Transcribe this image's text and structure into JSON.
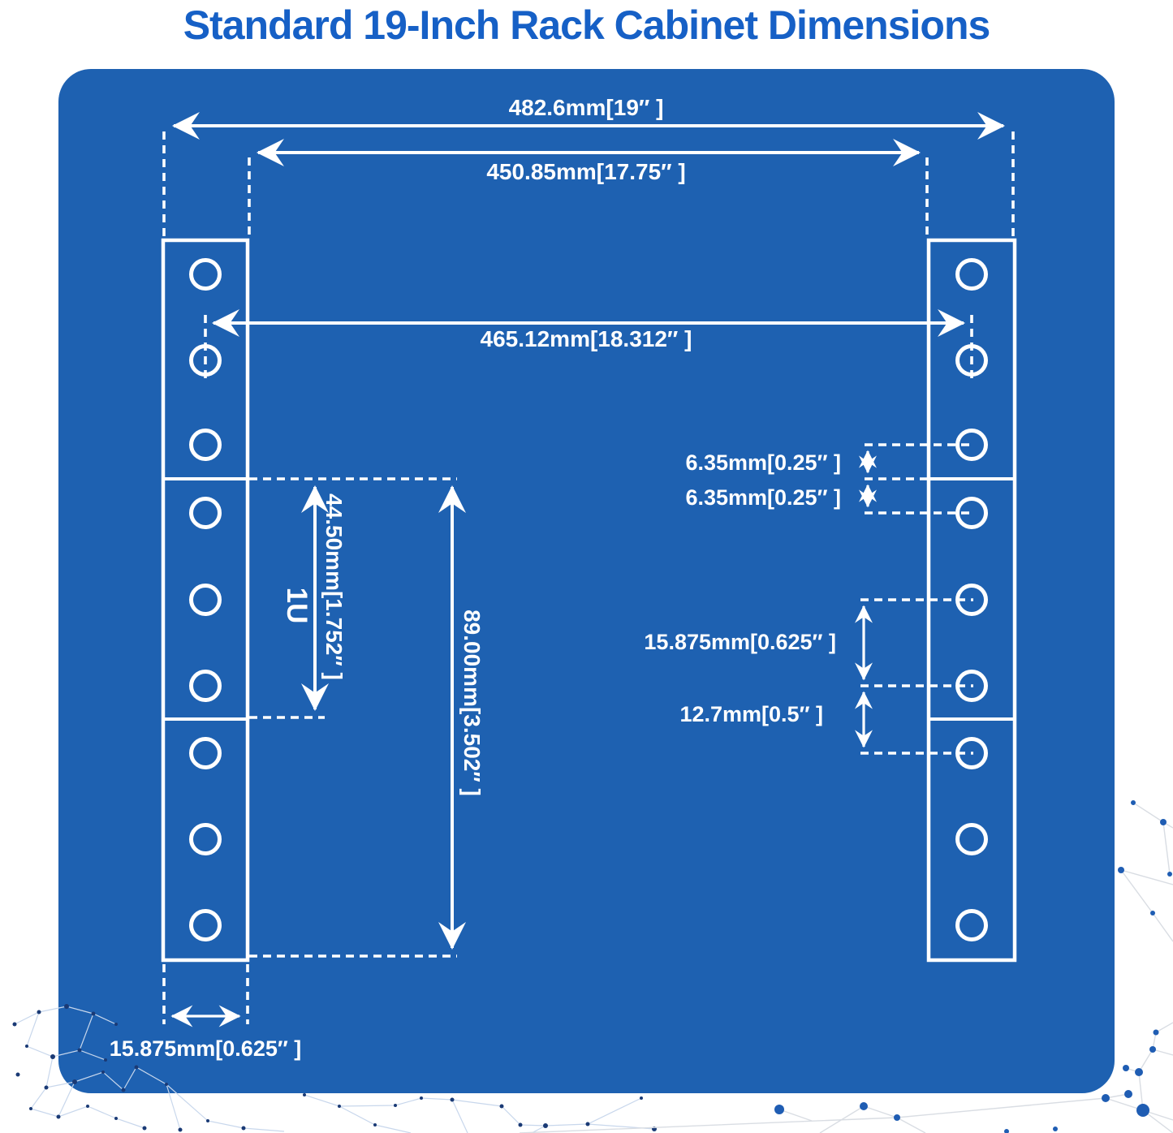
{
  "title": "Standard 19-Inch Rack Cabinet Dimensions",
  "colors": {
    "panel_blue": "#1e61b1",
    "title_blue": "#1660c6",
    "line_white": "#ffffff",
    "constellation_dot_dark": "#1a3a75",
    "constellation_dot_blue": "#1f5db3"
  },
  "labels": {
    "overall_width": "482.6mm[19″ ]",
    "opening_width": "450.85mm[17.75″ ]",
    "hole_center_span": "465.12mm[18.312″ ]",
    "rack_unit": "1U",
    "rack_unit_height": "44.50mm[1.752″ ]",
    "two_unit_height": "89.00mm[3.502″ ]",
    "hole_to_edge_top": "6.35mm[0.25″ ]",
    "hole_to_edge_bottom": "6.35mm[0.25″ ]",
    "hole_pitch": "15.875mm[0.625″ ]",
    "unit_boundary_gap": "12.7mm[0.5″ ]",
    "flange_width": "15.875mm[0.625″ ]"
  }
}
